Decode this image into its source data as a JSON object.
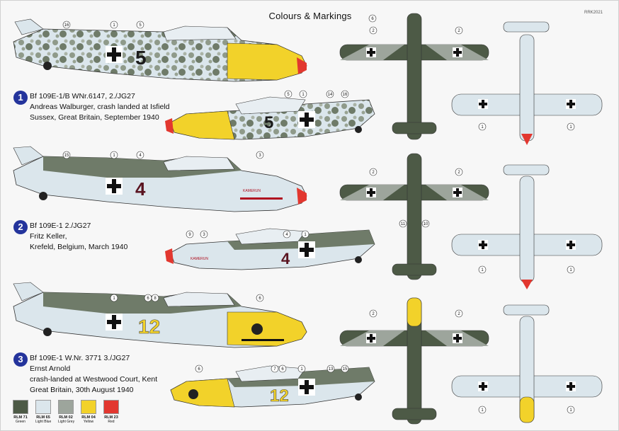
{
  "header": {
    "title": "Colours & Markings",
    "code": "RRK2021"
  },
  "entries": [
    {
      "number": "1",
      "line1": "Bf 109E-1/B WNr.6147, 2./JG27",
      "line2": "Andreas Walburger, crash landed at Isfield",
      "line3": "Sussex, Great Britain, September 1940",
      "fuselage_code": "5"
    },
    {
      "number": "2",
      "line1": "Bf 109E-1 2./JG27",
      "line2": "Fritz Keller,",
      "line3": "Krefeld, Belgium, March 1940",
      "fuselage_code": "4",
      "nose_text": "KAMERUN"
    },
    {
      "number": "3",
      "line1": "Bf 109E-1 W.Nr. 3771  3./JG27",
      "line2": "Ernst Arnold",
      "line3": "crash-landed at Westwood Court, Kent",
      "line4": "Great Britain, 30th  August 1940",
      "fuselage_code": "12"
    }
  ],
  "legend": [
    {
      "name": "RLM 71",
      "desc": "Green",
      "color": "#4d5a46"
    },
    {
      "name": "RLM 65",
      "desc": "Light Blue",
      "color": "#dbe6ec"
    },
    {
      "name": "RLM 02",
      "desc": "Light Grey",
      "color": "#9da59c"
    },
    {
      "name": "RLM 04",
      "desc": "Yellow",
      "color": "#f2d22a"
    },
    {
      "name": "RLM 23",
      "desc": "Red",
      "color": "#e2372f"
    }
  ],
  "callouts": {
    "c1": "1",
    "c2": "2",
    "c3": "3",
    "c4": "4",
    "c5": "5",
    "c6": "6",
    "c7": "7",
    "c8": "8",
    "c9": "9",
    "c10": "10",
    "c11": "11",
    "c13": "13",
    "c14": "14",
    "c15": "15",
    "c16": "16"
  },
  "colors": {
    "green": "#4d5a46",
    "grey": "#9da59c",
    "light_blue": "#dbe6ec",
    "yellow": "#f2d22a",
    "red": "#e2372f",
    "badge": "#24349c"
  }
}
